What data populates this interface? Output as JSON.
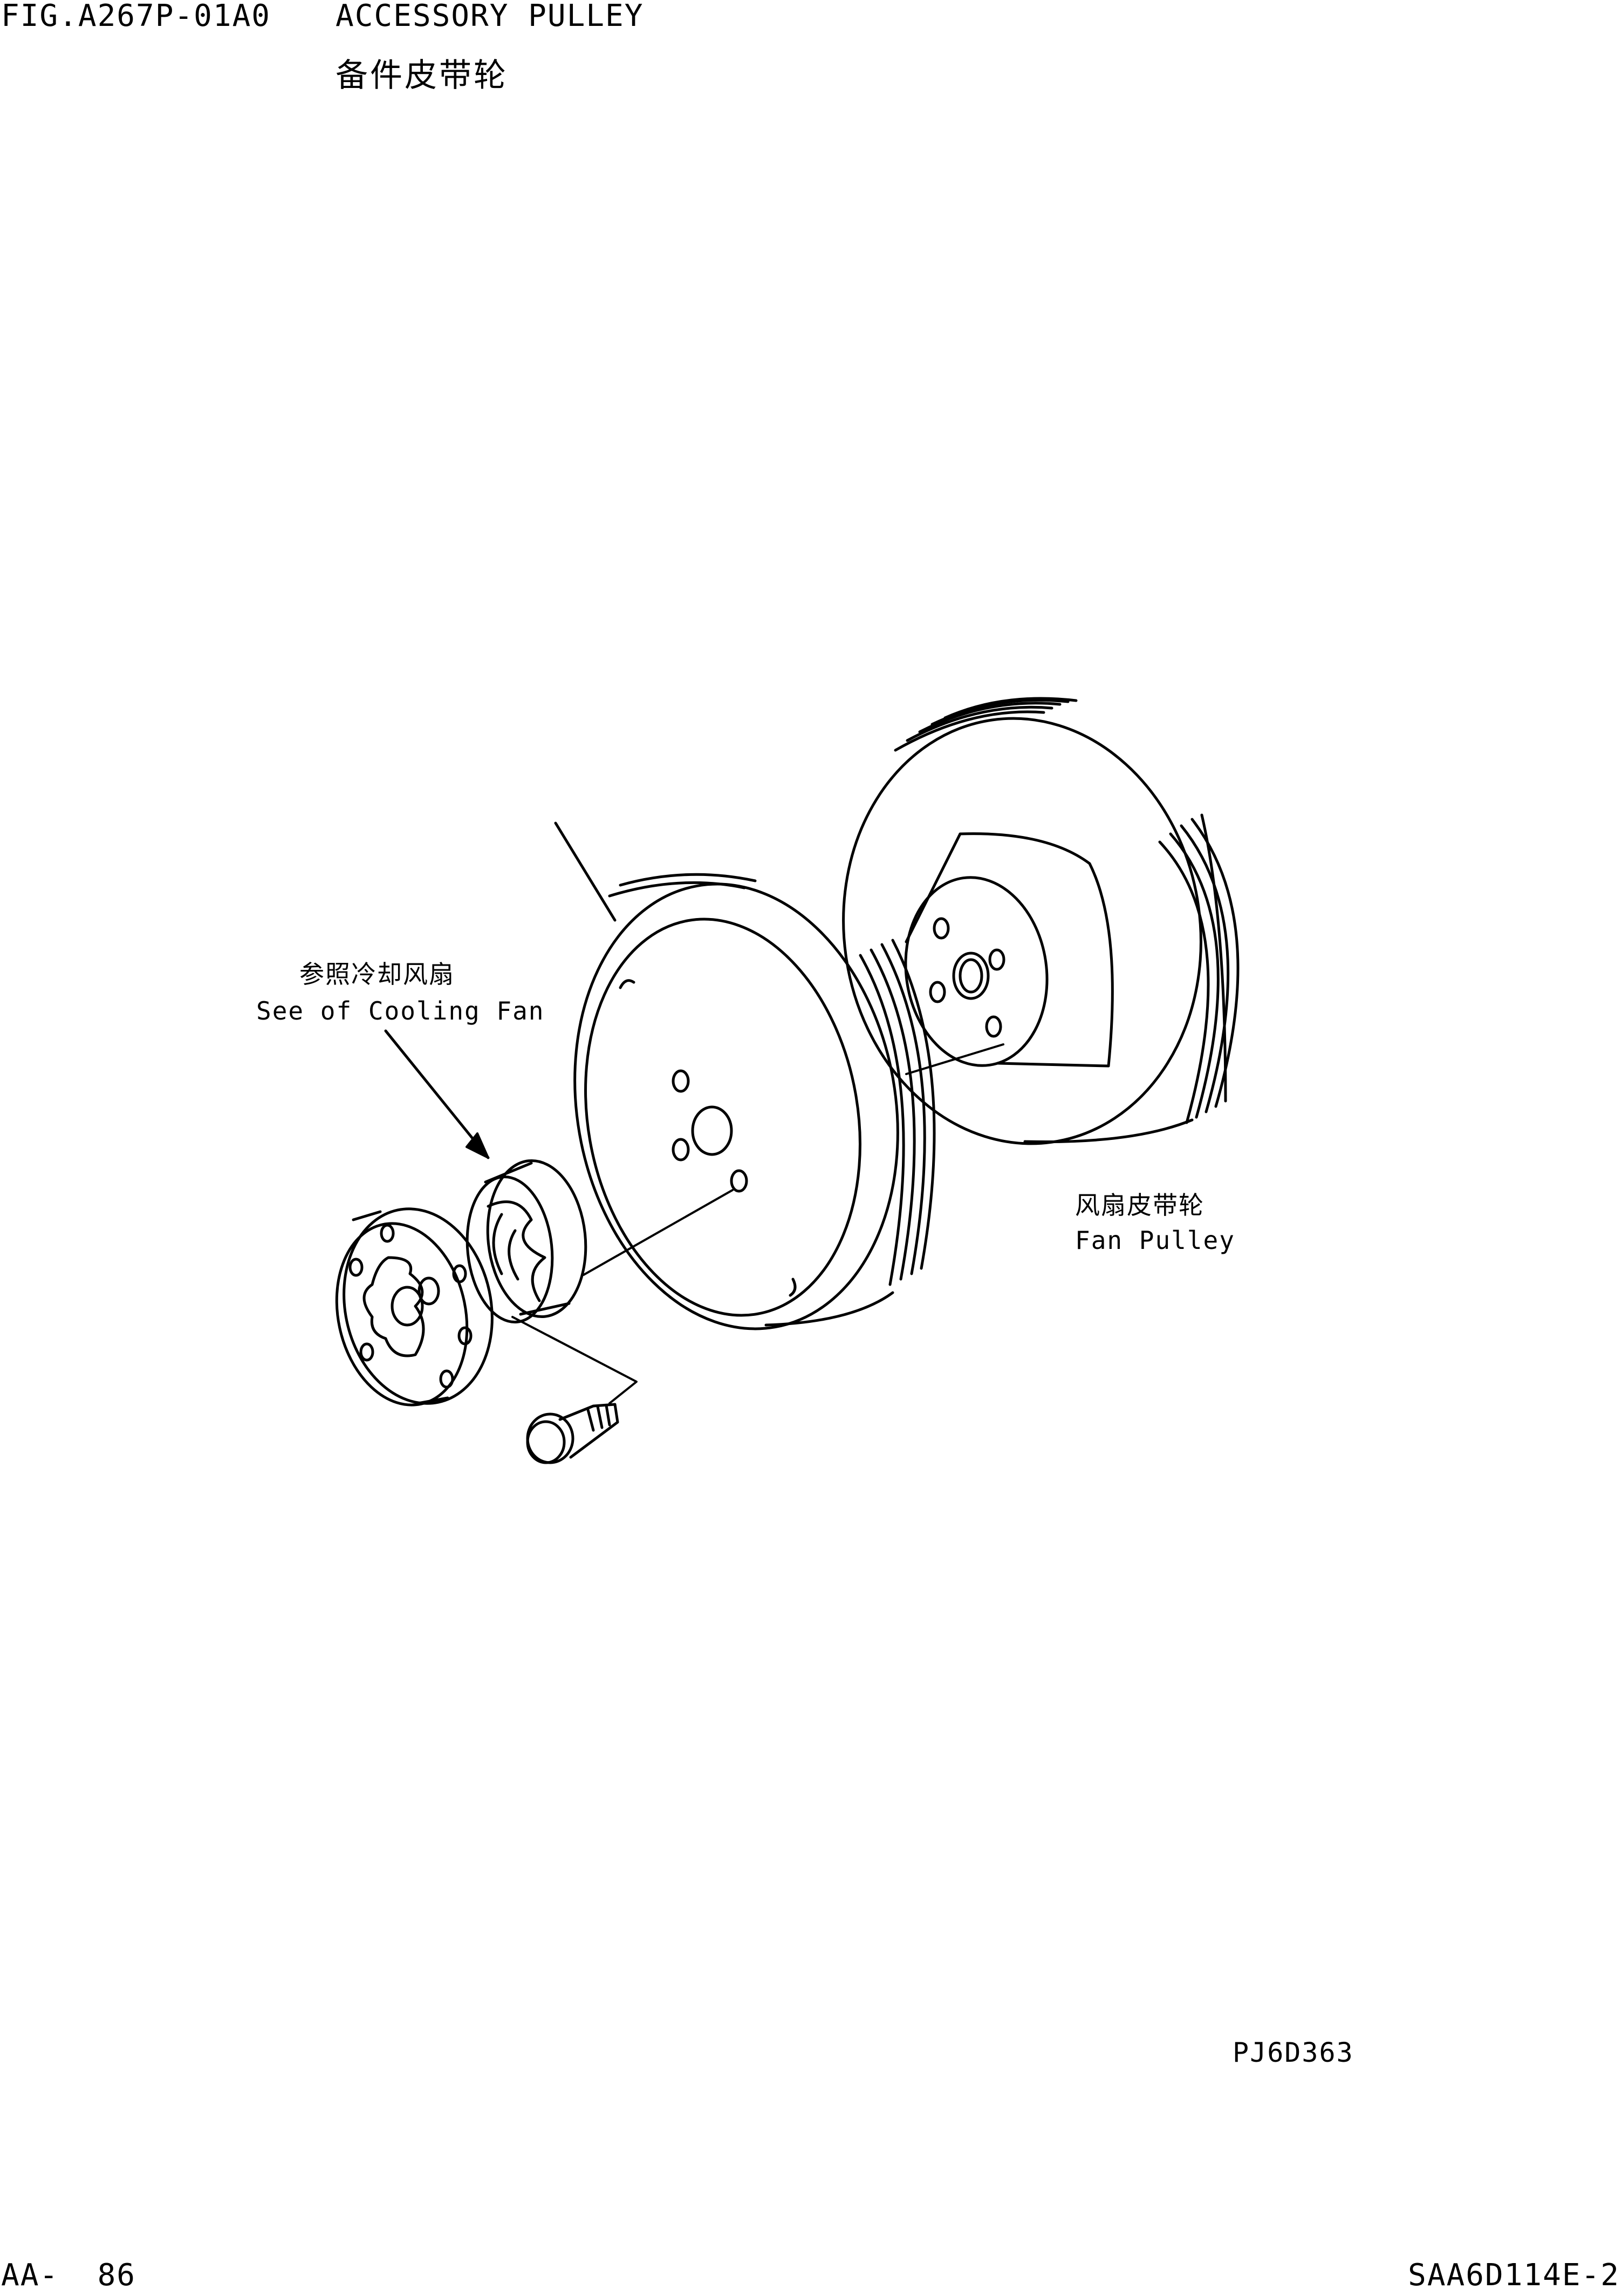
{
  "header": {
    "figure_no": "FIG.A267P-01A0",
    "title_en": "ACCESSORY PULLEY",
    "title_cn": "备件皮带轮"
  },
  "callouts": {
    "cooling_fan_cn": "参照冷却风扇",
    "cooling_fan_en": "See of Cooling Fan",
    "fan_pulley_cn": "风扇皮带轮",
    "fan_pulley_en": "Fan Pulley"
  },
  "drawing_code": "PJ6D363",
  "footer": {
    "page": "AA-  86",
    "model": "SAA6D114E-2"
  }
}
